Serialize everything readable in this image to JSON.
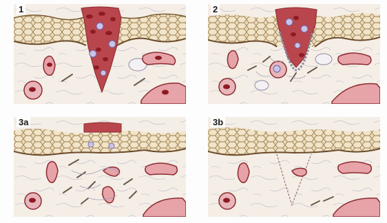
{
  "panels": [
    {
      "label": "1"
    },
    {
      "label": "2"
    },
    {
      "label": "3a"
    },
    {
      "label": "3b"
    }
  ]
}
